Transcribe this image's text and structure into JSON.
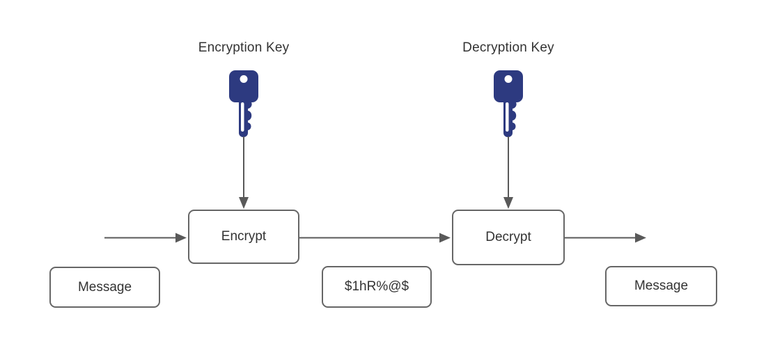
{
  "diagram": {
    "title_hint": "Symmetric encryption flow diagram",
    "labels": {
      "encryption_key": "Encryption Key",
      "decryption_key": "Decryption Key"
    },
    "nodes": {
      "encrypt": "Encrypt",
      "decrypt": "Decrypt",
      "message_in": "Message",
      "ciphertext": "$1hR%@$",
      "message_out": "Message"
    },
    "icons": {
      "encryption_key_icon": "key-icon",
      "decryption_key_icon": "key-icon"
    },
    "colors": {
      "key_icon": "#2d3a80",
      "key_hole": "#ffffff",
      "box_border": "#666666",
      "arrow": "#595959",
      "text": "#333333",
      "background": "#ffffff"
    }
  }
}
